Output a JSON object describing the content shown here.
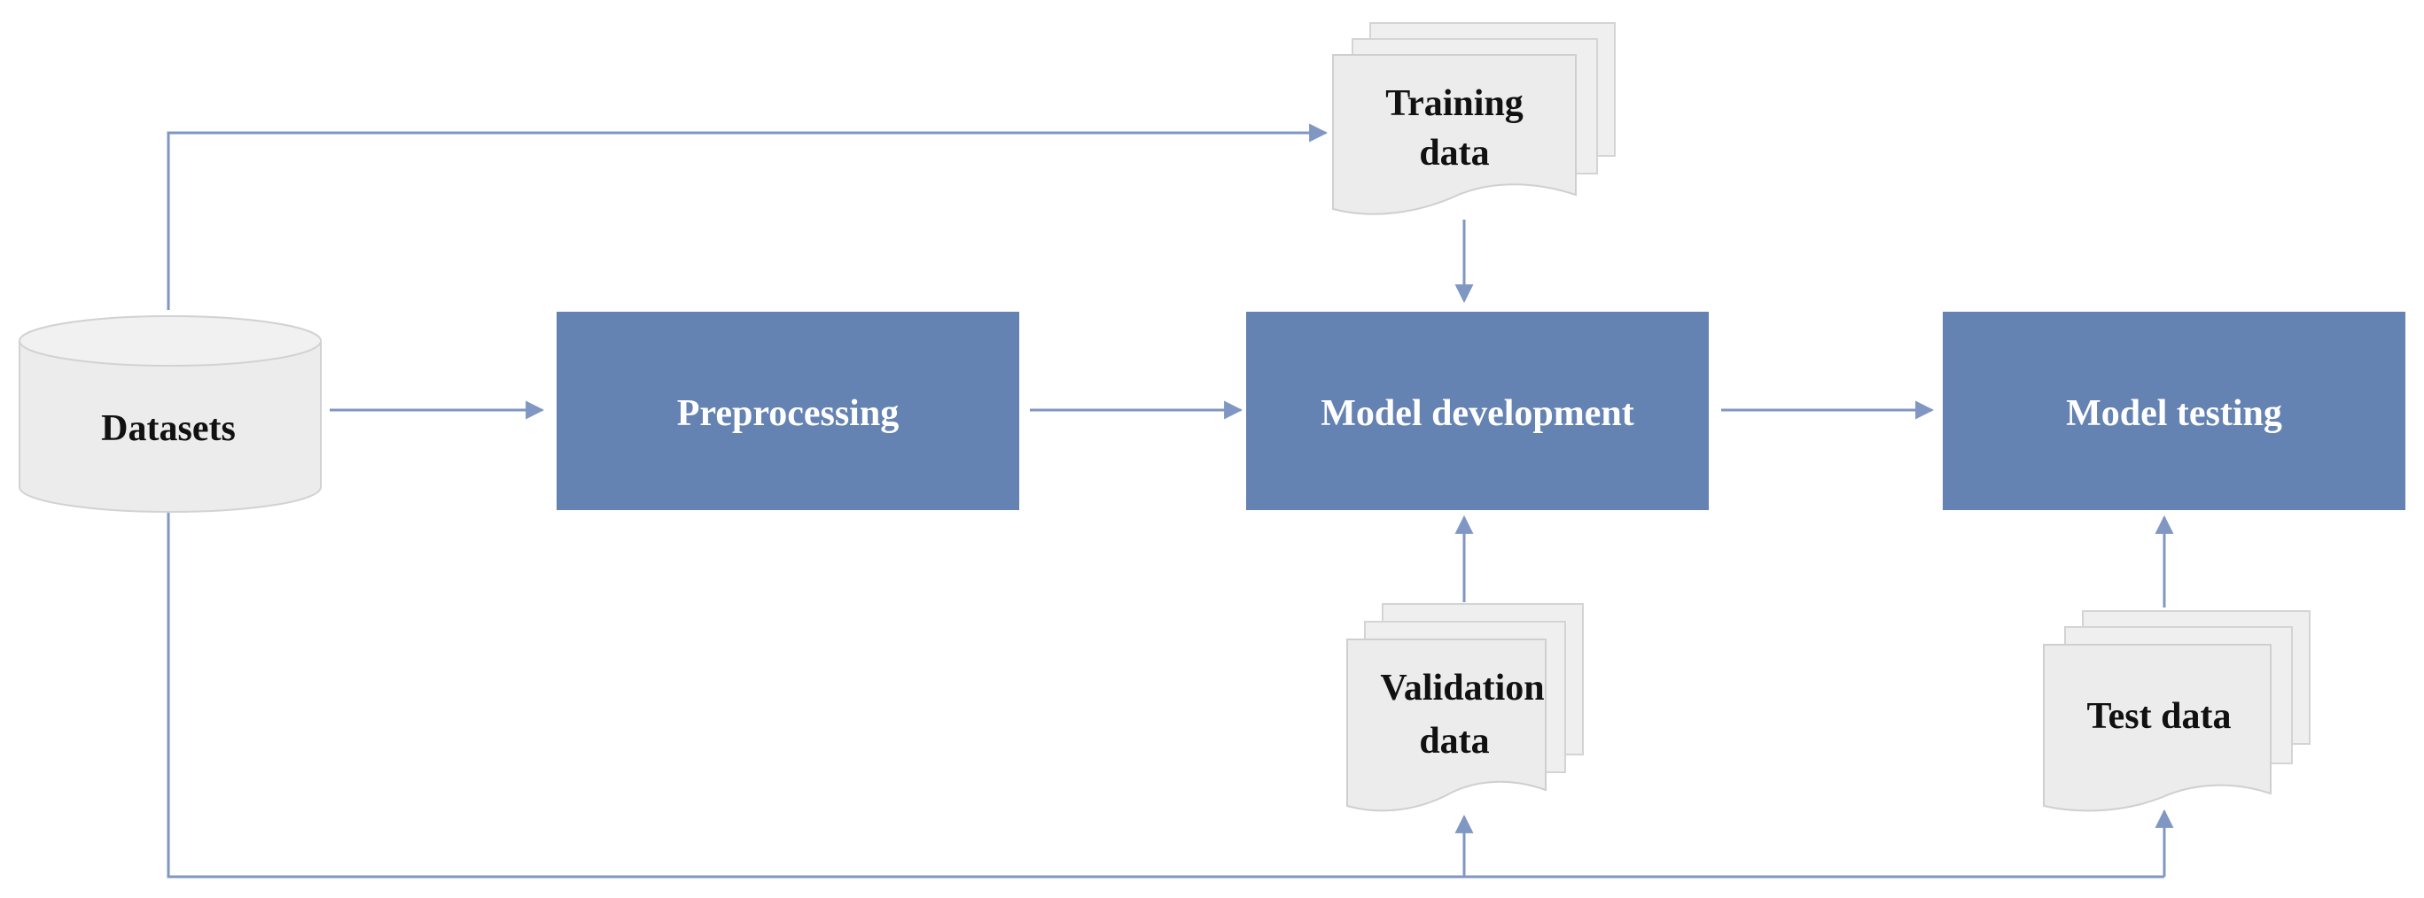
{
  "colors": {
    "process_fill": "#6482b2",
    "connector": "#7f97c2",
    "document_fill": "#ececec",
    "database_fill": "#ececec",
    "background": "#ffffff"
  },
  "nodes": {
    "datasets": {
      "label": "Datasets",
      "shape": "database-cylinder"
    },
    "preprocessing": {
      "label": "Preprocessing",
      "shape": "process-box"
    },
    "model_development": {
      "label": "Model development",
      "shape": "process-box"
    },
    "model_testing": {
      "label": "Model testing",
      "shape": "process-box"
    },
    "training_data": {
      "label_lines": [
        "Training",
        "data"
      ],
      "shape": "multi-document"
    },
    "validation_data": {
      "label_lines": [
        "Validation",
        "data"
      ],
      "shape": "multi-document"
    },
    "test_data": {
      "label_lines": [
        "Test data"
      ],
      "shape": "multi-document"
    }
  },
  "edges": [
    {
      "from": "datasets",
      "to": "preprocessing"
    },
    {
      "from": "preprocessing",
      "to": "model_development"
    },
    {
      "from": "model_development",
      "to": "model_testing"
    },
    {
      "from": "datasets",
      "to": "training_data"
    },
    {
      "from": "training_data",
      "to": "model_development"
    },
    {
      "from": "datasets",
      "to": "validation_data"
    },
    {
      "from": "validation_data",
      "to": "model_development"
    },
    {
      "from": "datasets",
      "to": "test_data"
    },
    {
      "from": "test_data",
      "to": "model_testing"
    }
  ]
}
